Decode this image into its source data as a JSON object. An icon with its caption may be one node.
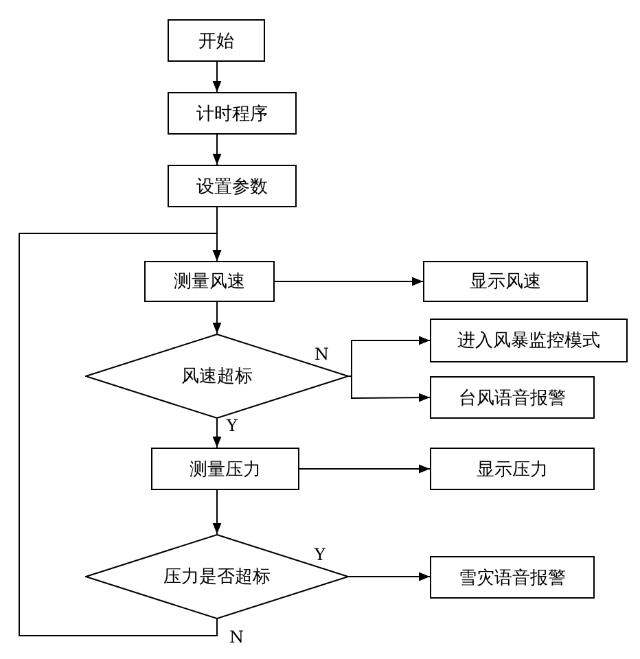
{
  "diagram": {
    "nodes": [
      {
        "text": [
          "开始"
        ]
      },
      {
        "text": [
          "计时程序"
        ]
      },
      {
        "text": [
          "设置参数"
        ]
      },
      {
        "text": [
          "测量风速"
        ]
      },
      {
        "text": [
          "显示风速"
        ]
      },
      {
        "text": [
          "风速超标"
        ]
      },
      {
        "text": [
          "进入风暴监控模式"
        ]
      },
      {
        "text": [
          "台风语音报警"
        ]
      },
      {
        "text": [
          "测量压力"
        ]
      },
      {
        "text": [
          "显示压力"
        ]
      },
      {
        "text": [
          "压力是否超标"
        ]
      },
      {
        "text": [
          "雪灾语音报警"
        ]
      }
    ],
    "edges": [
      {
        "from": 0,
        "to": 1,
        "arrow": "to"
      },
      {
        "from": 1,
        "to": 2,
        "arrow": "to"
      },
      {
        "from": 2,
        "to": 3,
        "arrow": "to"
      },
      {
        "from": 3,
        "to": 4,
        "arrow": "to"
      },
      {
        "from": 3,
        "to": 5,
        "arrow": "to"
      },
      {
        "from": 5,
        "to": 6,
        "arrow": "to",
        "label": "N"
      },
      {
        "from": 5,
        "to": 7,
        "arrow": "to"
      },
      {
        "from": 5,
        "to": 8,
        "arrow": "to",
        "label": "Y"
      },
      {
        "from": 8,
        "to": 9,
        "arrow": "to"
      },
      {
        "from": 8,
        "to": 10,
        "arrow": "to"
      },
      {
        "from": 10,
        "to": 11,
        "arrow": "to",
        "label": "Y"
      },
      {
        "from": 10,
        "to": 3,
        "arrow": "to",
        "label": "N"
      }
    ]
  }
}
